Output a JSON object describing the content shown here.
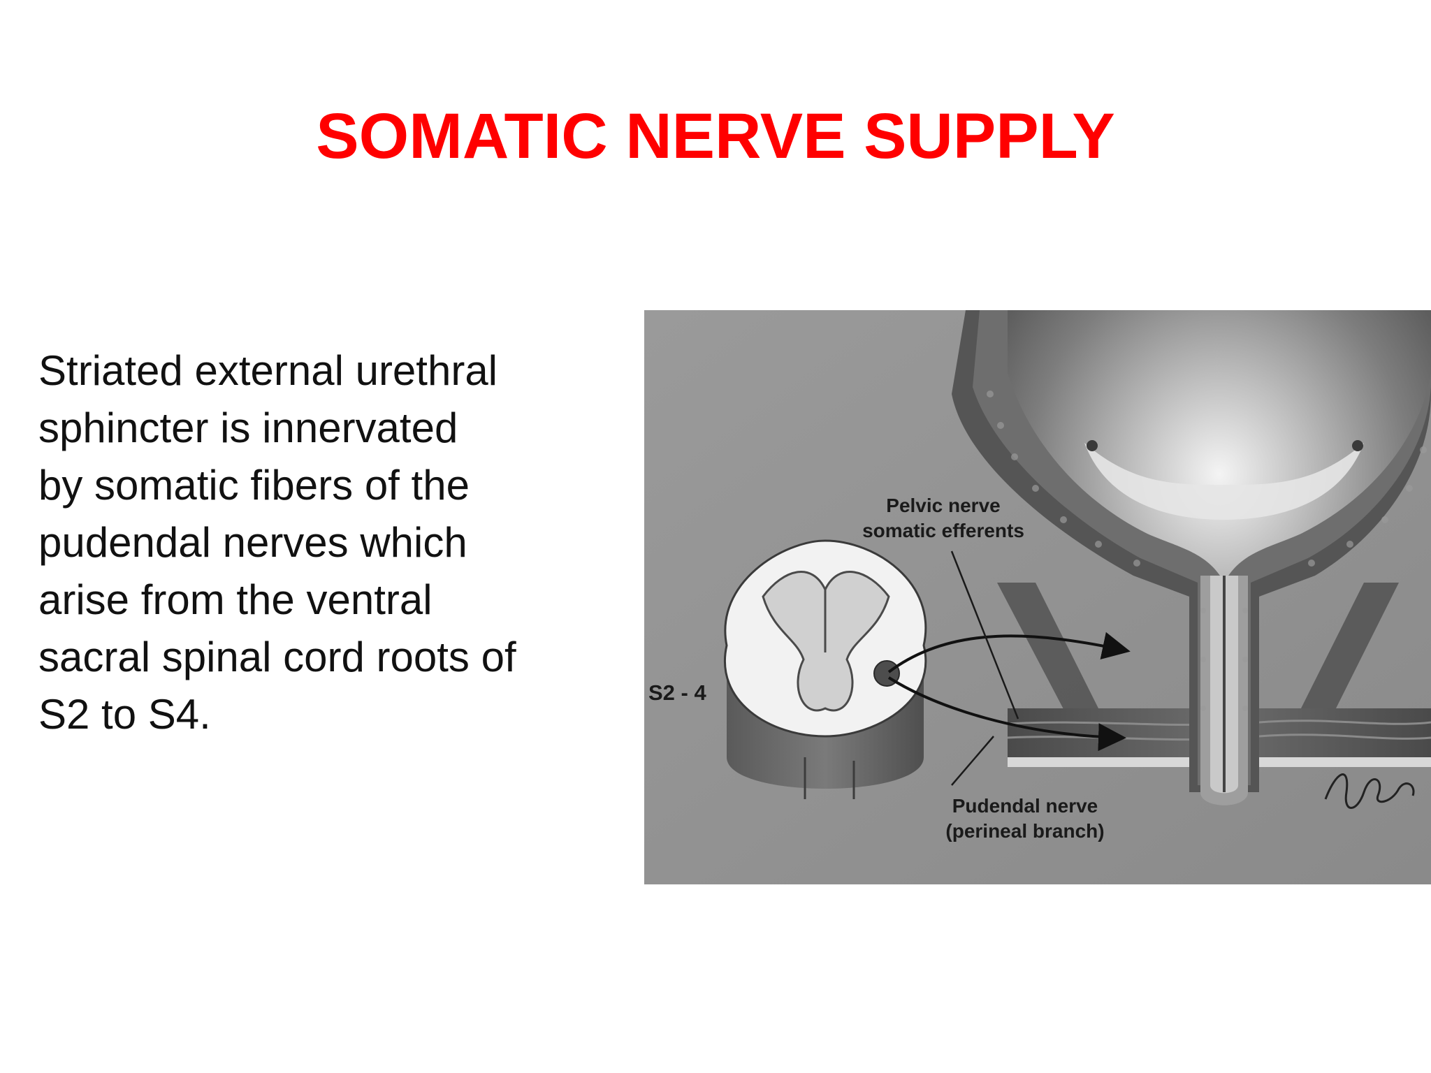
{
  "slide": {
    "title": "SOMATIC NERVE SUPPLY",
    "body_lines": [
      "Striated external urethral",
      "sphincter is innervated",
      "by somatic fibers of the",
      "pudendal nerves which",
      "arise from the ventral",
      "sacral spinal cord roots of",
      "S2 to S4."
    ]
  },
  "figure": {
    "label_pelvic_1": "Pelvic nerve",
    "label_pelvic_2": "somatic efferents",
    "label_segment": "S2 - 4",
    "label_pudendal_1": "Pudendal nerve",
    "label_pudendal_2": "(perineal branch)"
  }
}
